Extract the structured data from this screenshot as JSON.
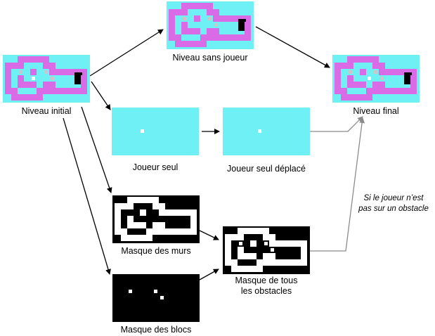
{
  "nodes": {
    "initial": "Niveau initial",
    "no_player": "Niveau sans joueur",
    "final": "Niveau final",
    "player_alone": "Joueur seul",
    "player_moved": "Joueur seul déplacé",
    "wall_mask": "Masque des murs",
    "block_mask": "Masque des blocs",
    "obstacle_mask_line1": "Masque de tous",
    "obstacle_mask_line2": "les obstacles"
  },
  "condition_note_line1": "Si le joueur n’est",
  "condition_note_line2": "pas sur un obstacle",
  "colors": {
    "cyan": "#6ef0f5",
    "wall_magenta": "#d96ce6",
    "player_white": "#ffffff",
    "black": "#000000",
    "gray_arrow": "#8c8c8c",
    "goal_black": "#000000",
    "block_gray": "#c8c8c8"
  }
}
